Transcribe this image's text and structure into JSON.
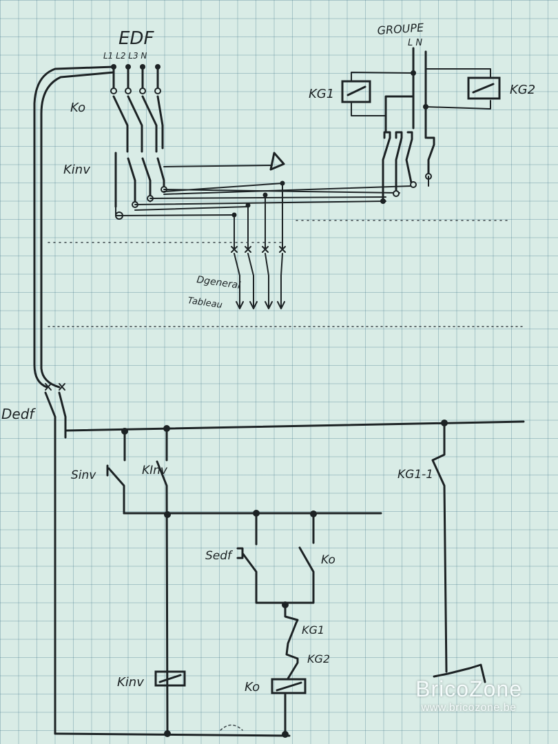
{
  "labels": {
    "edf": "EDF",
    "edf_phases": "L1 L2 L3 N",
    "groupe": "GROUPE",
    "groupe_phases": "L N",
    "kg1_top": "KG1",
    "kg2_top": "KG2",
    "ko_top": "Ko",
    "kinv_top": "Kinv",
    "delta": "Δ",
    "dgeneral": "Dgeneral",
    "tableau": "Tableau",
    "dedf": "Dedf",
    "sinv": "Sinv",
    "kinv_contact": "KInv",
    "kg11": "KG1-1",
    "sedf": "Sedf",
    "ko_contact": "Ko",
    "kg1_contact": "KG1",
    "kg2_contact": "KG2",
    "kinv_coil": "Kinv",
    "ko_coil": "Ko"
  },
  "watermark": {
    "logo": "BricoZone",
    "url": "www.bricozone.be"
  },
  "colors": {
    "paper": "#d9ece6",
    "grid": "#5f8fa0",
    "ink": "#1c2224",
    "watermark": "#f4fbfb"
  }
}
